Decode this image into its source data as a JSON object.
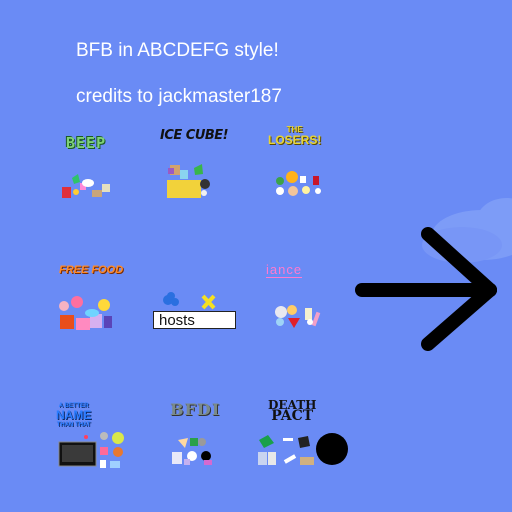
{
  "header": {
    "title": "BFB in ABCDEFG style!",
    "credits": "credits to jackmaster187"
  },
  "logos": {
    "beep": "BEEP",
    "ice_cube": "ICE CUBE!",
    "the_losers_top": "THE",
    "the_losers": "LOSERS!",
    "free_food": "FREE FOOD",
    "iance": "iance",
    "name_top": "A BETTER",
    "name": "NAME",
    "name_bottom": "THAN THAT",
    "bfdi": "BFDI",
    "death": "DEATH",
    "pact": "PACT"
  },
  "hosts_label": "hosts",
  "colors": {
    "background": "#6a8bf5",
    "arrow": "#000000",
    "text": "#ffffff"
  },
  "icons": [
    "right-arrow-icon"
  ]
}
